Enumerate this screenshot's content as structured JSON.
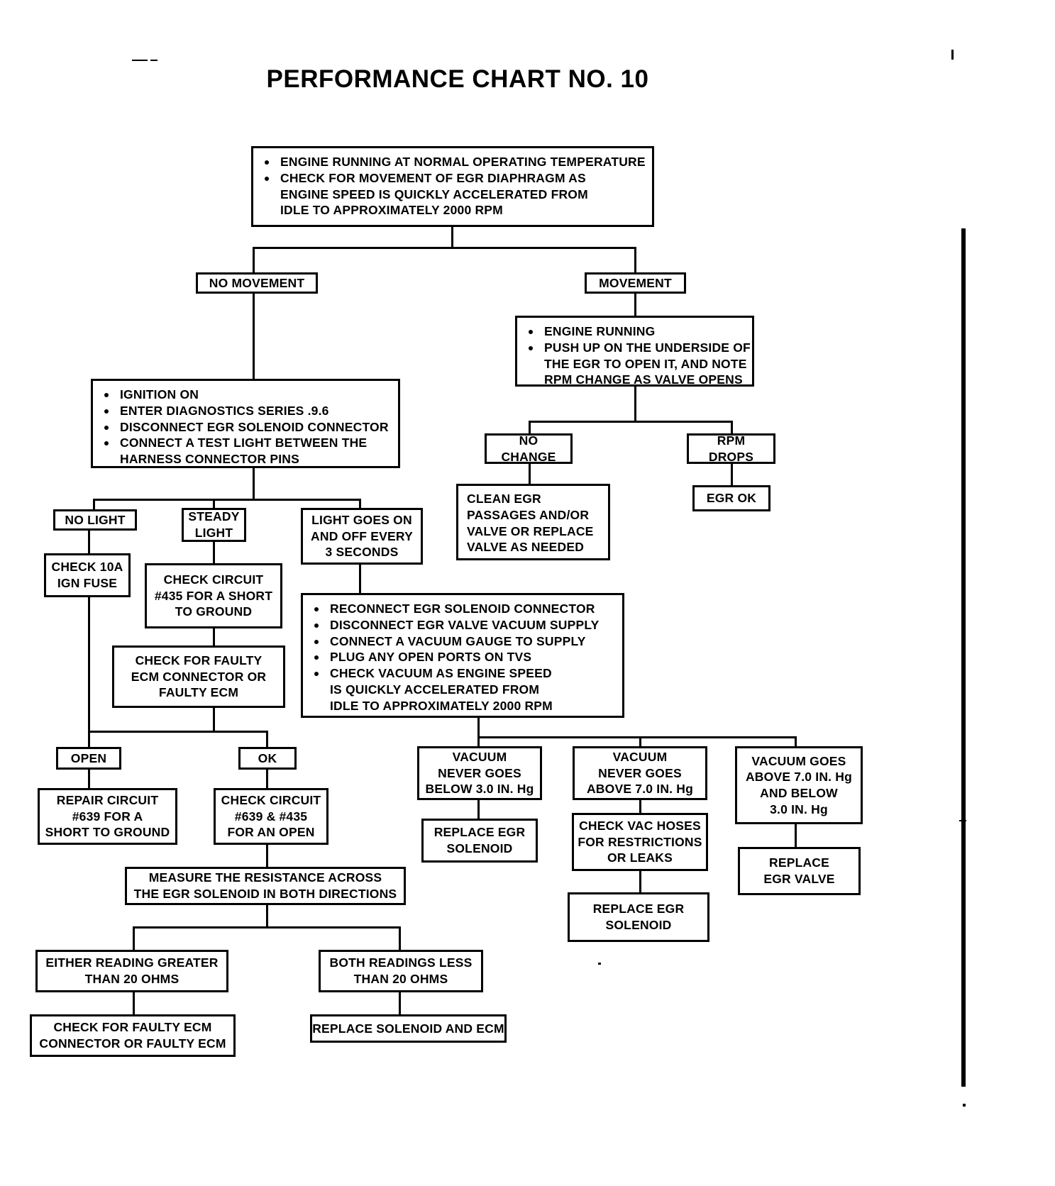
{
  "page": {
    "title": "PERFORMANCE CHART NO. 10"
  },
  "chart_data": {
    "type": "diagram",
    "title": "PERFORMANCE CHART NO. 10",
    "subtype": "troubleshooting-flowchart",
    "subject": "EGR system diagnosis"
  },
  "nodes": {
    "start": {
      "lines": [
        "ENGINE RUNNING AT NORMAL OPERATING TEMPERATURE",
        "CHECK FOR MOVEMENT OF EGR DIAPHRAGM AS",
        "ENGINE SPEED IS QUICKLY ACCELERATED FROM",
        "IDLE TO APPROXIMATELY 2000 RPM"
      ]
    },
    "no_movement": {
      "line1": "NO MOVEMENT"
    },
    "movement": {
      "line1": "MOVEMENT"
    },
    "engine_running_push": {
      "lines": [
        "ENGINE RUNNING",
        "PUSH UP ON THE UNDERSIDE OF",
        "THE EGR TO OPEN IT, AND NOTE",
        "RPM CHANGE AS VALVE OPENS"
      ]
    },
    "no_change": {
      "line1": "NO",
      "line2": "CHANGE"
    },
    "rpm_drops": {
      "line1": "RPM",
      "line2": "DROPS"
    },
    "clean_egr": {
      "line1": "CLEAN EGR",
      "line2": "PASSAGES AND/OR",
      "line3": "VALVE OR REPLACE",
      "line4": "VALVE AS NEEDED"
    },
    "egr_ok": {
      "line1": "EGR OK"
    },
    "ignition_on": {
      "lines": [
        "IGNITION ON",
        "ENTER DIAGNOSTICS SERIES .9.6",
        "DISCONNECT EGR SOLENOID CONNECTOR",
        "CONNECT A TEST LIGHT BETWEEN THE",
        "HARNESS CONNECTOR PINS"
      ]
    },
    "no_light": {
      "line1": "NO LIGHT"
    },
    "steady_light": {
      "line1": "STEADY",
      "line2": "LIGHT"
    },
    "light_blinks": {
      "line1": "LIGHT GOES ON",
      "line2": "AND OFF EVERY",
      "line3": "3 SECONDS"
    },
    "check_fuse": {
      "line1": "CHECK 10A",
      "line2": "IGN FUSE"
    },
    "check_435": {
      "line1": "CHECK CIRCUIT",
      "line2": "#435 FOR A SHORT",
      "line3": "TO GROUND"
    },
    "check_faulty_ecm_conn": {
      "line1": "CHECK FOR FAULTY",
      "line2": "ECM CONNECTOR OR",
      "line3": "FAULTY ECM"
    },
    "reconnect_block": {
      "lines": [
        "RECONNECT EGR SOLENOID CONNECTOR",
        "DISCONNECT EGR VALVE VACUUM SUPPLY",
        "CONNECT A VACUUM GAUGE TO SUPPLY",
        "PLUG ANY OPEN PORTS ON TVS",
        "CHECK VACUUM AS ENGINE SPEED",
        "IS QUICKLY ACCELERATED FROM",
        "IDLE TO APPROXIMATELY 2000 RPM"
      ]
    },
    "open": {
      "line1": "OPEN"
    },
    "ok": {
      "line1": "OK"
    },
    "repair_639": {
      "line1": "REPAIR CIRCUIT",
      "line2": "#639 FOR A",
      "line3": "SHORT TO GROUND"
    },
    "check_639_435": {
      "line1": "CHECK CIRCUIT",
      "line2": "#639 & #435",
      "line3": "FOR AN OPEN"
    },
    "measure_resistance": {
      "line1": "MEASURE THE RESISTANCE ACROSS",
      "line2": "THE EGR SOLENOID IN BOTH DIRECTIONS"
    },
    "either_greater": {
      "line1": "EITHER READING GREATER",
      "line2": "THAN 20 OHMS"
    },
    "both_less": {
      "line1": "BOTH READINGS LESS",
      "line2": "THAN 20 OHMS"
    },
    "check_faulty_ecm2": {
      "line1": "CHECK FOR FAULTY ECM",
      "line2": "CONNECTOR OR FAULTY ECM"
    },
    "replace_sol_ecm": {
      "line1": "REPLACE SOLENOID AND ECM"
    },
    "vac_below_3": {
      "line1": "VACUUM",
      "line2": "NEVER GOES",
      "line3": "BELOW 3.0 IN. Hg"
    },
    "vac_above_7": {
      "line1": "VACUUM",
      "line2": "NEVER GOES",
      "line3": "ABOVE 7.0 IN. Hg"
    },
    "vac_goes_above_below": {
      "line1": "VACUUM GOES",
      "line2": "ABOVE 7.0 IN. Hg",
      "line3": "AND BELOW",
      "line4": "3.0 IN. Hg"
    },
    "replace_egr_sol_a": {
      "line1": "REPLACE EGR",
      "line2": "SOLENOID"
    },
    "check_vac_hoses": {
      "line1": "CHECK VAC HOSES",
      "line2": "FOR RESTRICTIONS",
      "line3": "OR LEAKS"
    },
    "replace_egr_sol_b": {
      "line1": "REPLACE EGR",
      "line2": "SOLENOID"
    },
    "replace_egr_valve": {
      "line1": "REPLACE",
      "line2": "EGR VALVE"
    }
  }
}
